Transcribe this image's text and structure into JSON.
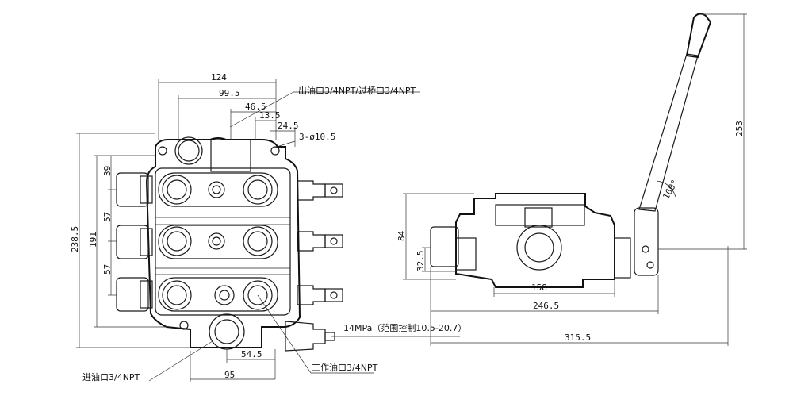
{
  "front_view": {
    "dimensions": {
      "width_top": "124",
      "width_2": "99.5",
      "width_3": "46.5",
      "width_4": "13.5",
      "width_5": "24.5",
      "holes": "3-ø10.5",
      "spacing_1": "39",
      "spacing_2": "57",
      "spacing_3": "57",
      "height_mid": "191",
      "height_total": "238.5",
      "inlet_offset": "54.5",
      "base_width": "95"
    },
    "labels": {
      "outlet": "出油口3/4NPT/过桥口3/4NPT",
      "pressure": "14MPa（范围控制10.5-20.7）",
      "inlet": "进油口3/4NPT",
      "work_port": "工作油口3/4NPT"
    }
  },
  "side_view": {
    "dimensions": {
      "height": "84",
      "port_height": "32.5",
      "body_len": "158",
      "len_2": "246.5",
      "len_total": "315.5",
      "handle_h": "253",
      "angle": "160°"
    }
  }
}
